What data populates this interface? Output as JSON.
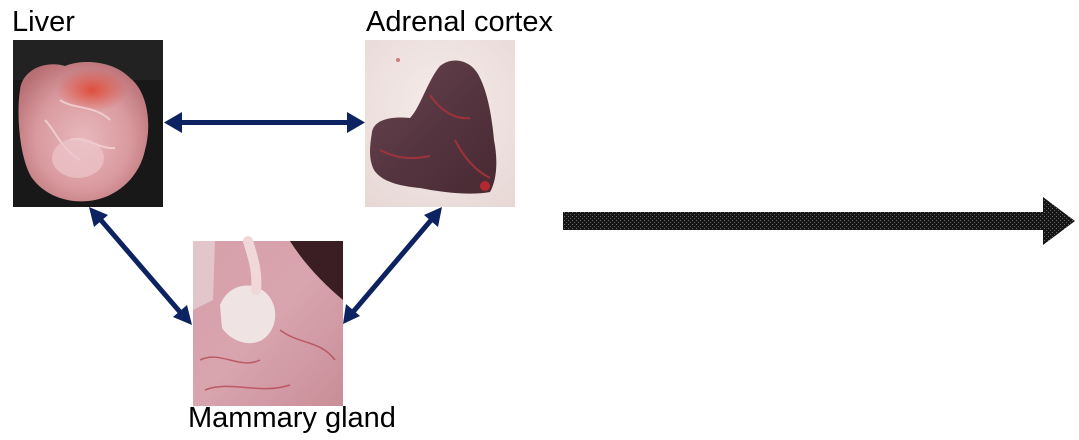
{
  "labels": {
    "liver": "Liver",
    "adrenal": "Adrenal cortex",
    "mammary": "Mammary gland"
  },
  "colors": {
    "connector_arrows": "#0d2260",
    "big_arrow": "#111111",
    "background": "#ffffff"
  },
  "icons": {
    "connectors": "double-headed-arrow",
    "flow": "right-arrow"
  }
}
